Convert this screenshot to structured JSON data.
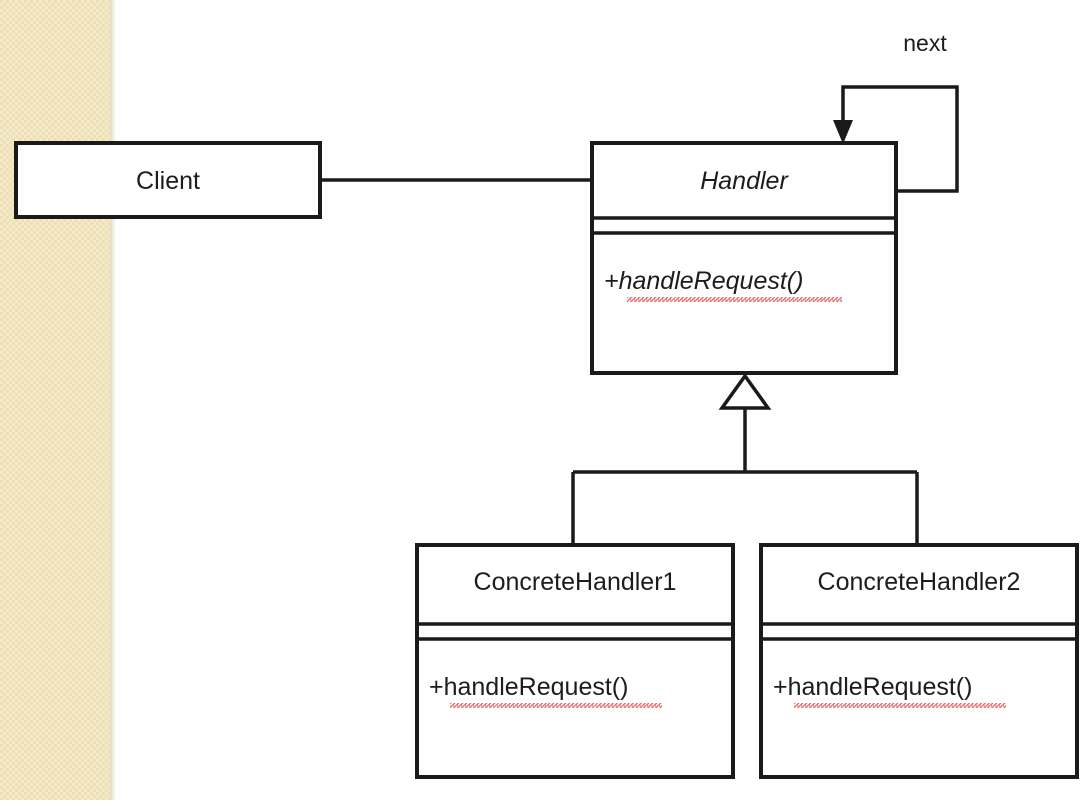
{
  "diagram": {
    "title": "Chain of Responsibility UML class diagram",
    "background_color": "#ffffff",
    "line_color": "#1a1a1a",
    "spellcheck_underline_color": "#e86a6a"
  },
  "sidebar": {
    "name": "page-margin-strip",
    "color": "#eedfb4"
  },
  "classes": [
    {
      "id": "client",
      "name": "Client",
      "abstract": false,
      "attributes": [],
      "operations": [],
      "compartments_shown": 1
    },
    {
      "id": "handler",
      "name": "Handler",
      "abstract": true,
      "attributes": [],
      "operations": [
        {
          "text": "+handleRequest()",
          "visibility": "+",
          "label": "handleRequest()",
          "abstract": true,
          "misspelled": true
        }
      ],
      "compartments_shown": 3
    },
    {
      "id": "concrete-handler-1",
      "name": "ConcreteHandler1",
      "abstract": false,
      "attributes": [],
      "operations": [
        {
          "text": "+handleRequest()",
          "visibility": "+",
          "label": "handleRequest()",
          "abstract": false,
          "misspelled": true
        }
      ],
      "compartments_shown": 3
    },
    {
      "id": "concrete-handler-2",
      "name": "ConcreteHandler2",
      "abstract": false,
      "attributes": [],
      "operations": [
        {
          "text": "+handleRequest()",
          "visibility": "+",
          "label": "handleRequest()",
          "abstract": false,
          "misspelled": true
        }
      ],
      "compartments_shown": 3
    }
  ],
  "relationships": [
    {
      "id": "client-handler",
      "type": "association",
      "from": "client",
      "to": "handler",
      "label": ""
    },
    {
      "id": "handler-next",
      "type": "directed-association",
      "from": "handler",
      "to": "handler",
      "label": "next",
      "self_loop": true
    },
    {
      "id": "generalization",
      "type": "generalization",
      "from": [
        "concrete-handler-1",
        "concrete-handler-2"
      ],
      "to": "handler",
      "label": ""
    }
  ],
  "labels": {
    "client_name": "Client",
    "handler_name": "Handler",
    "handler_op": "+handleRequest()",
    "ch1_name": "ConcreteHandler1",
    "ch1_op": "+handleRequest()",
    "ch2_name": "ConcreteHandler2",
    "ch2_op": "+handleRequest()",
    "next_label": "next"
  }
}
